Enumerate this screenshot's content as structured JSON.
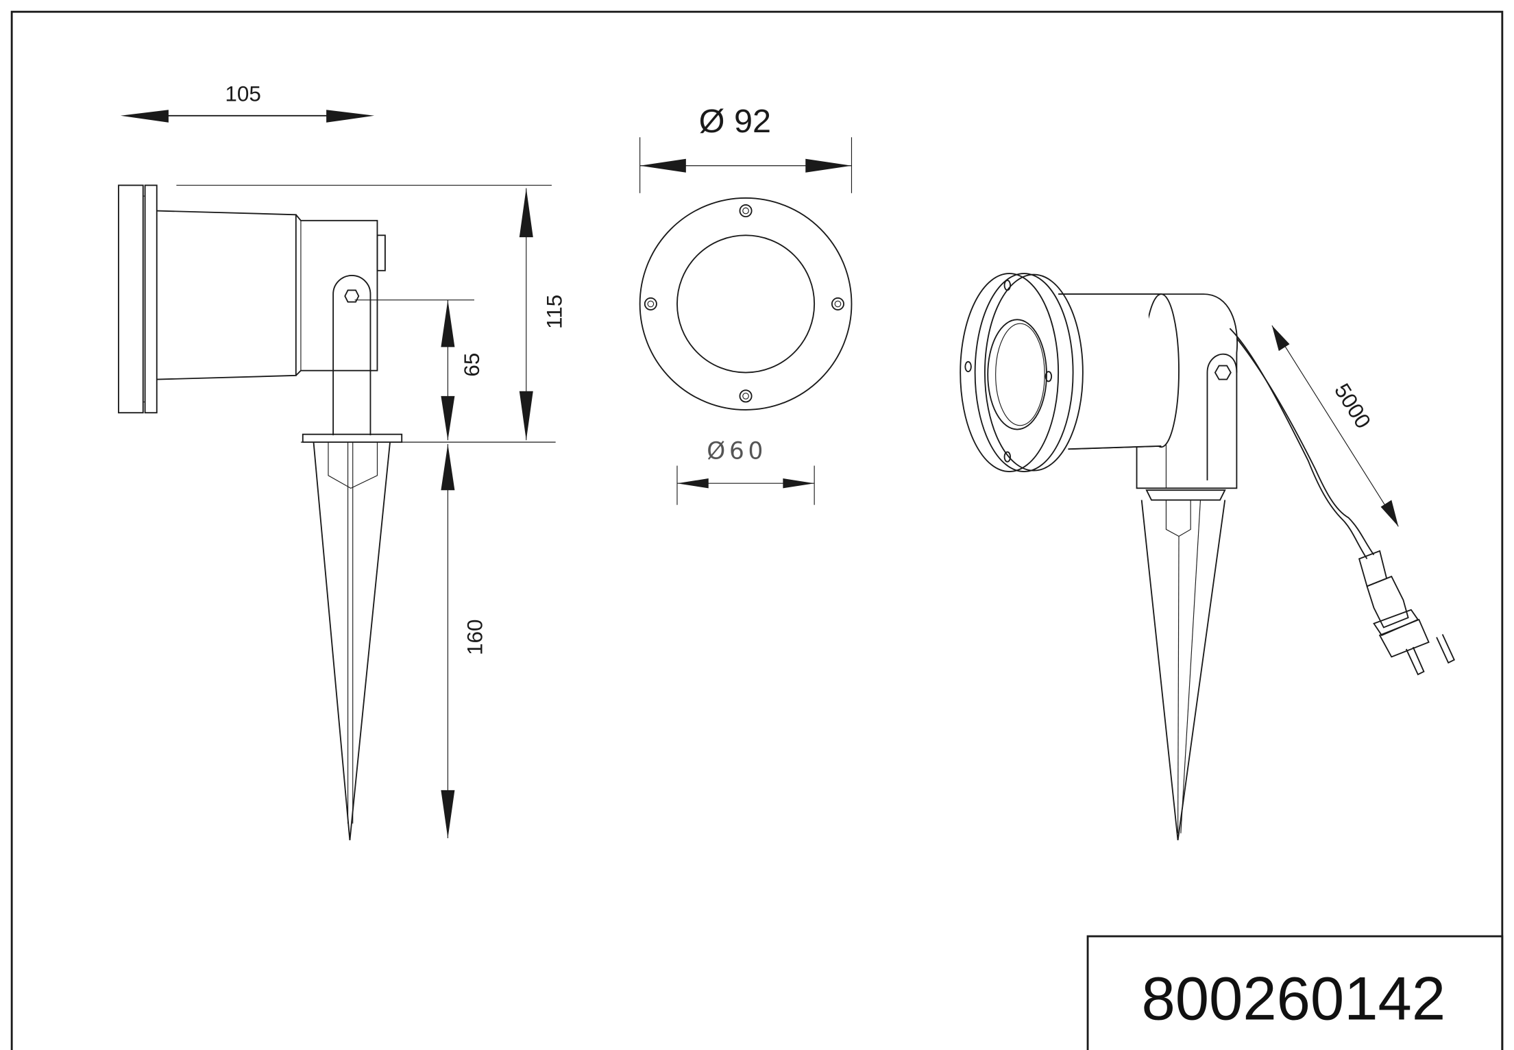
{
  "drawing": {
    "product_code": "800260142",
    "side_view": {
      "width_dim": "105",
      "height_dim": "115",
      "pivot_height_dim": "65",
      "spike_length_dim": "160"
    },
    "front_view": {
      "outer_diameter_dim": "Ø 92",
      "inner_diameter_dim": "Ø60"
    },
    "perspective_view": {
      "cable_length_dim": "5000"
    }
  }
}
